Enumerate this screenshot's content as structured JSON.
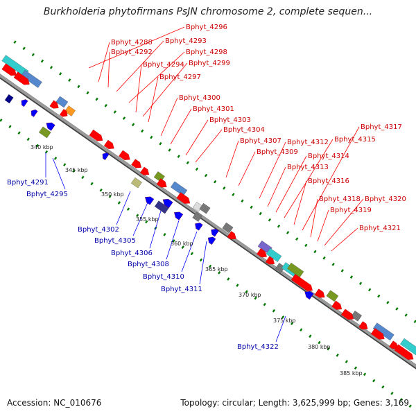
{
  "title": "Burkholderia phytofirmans PsJN chromosome 2, complete sequen...",
  "accession_label": "Accession: NC_010676",
  "summary_label": "Topology: circular; Length: 3,625,999 bp; Genes: 3,169",
  "colors": {
    "forward_gene": "#ff0000",
    "reverse_gene": "#0000ff",
    "backbone": "#888888",
    "gc_dots": "#007700",
    "fwd_label": "#cc0000",
    "rev_label": "#0000aa"
  },
  "scale_ticks": [
    "340 kbp",
    "345 kbp",
    "350 kbp",
    "355 kbp",
    "360 kbp",
    "365 kbp",
    "370 kbp",
    "375 kbp",
    "380 kbp",
    "385 kbp"
  ],
  "forward_labels": [
    "Bphyt_4296",
    "Bphyt_4288",
    "Bphyt_4293",
    "Bphyt_4292",
    "Bphyt_4298",
    "Bphyt_4294",
    "Bphyt_4299",
    "Bphyt_4297",
    "Bphyt_4300",
    "Bphyt_4301",
    "Bphyt_4303",
    "Bphyt_4304",
    "Bphyt_4307",
    "Bphyt_4309",
    "Bphyt_4312",
    "Bphyt_4313",
    "Bphyt_4314",
    "Bphyt_4315",
    "Bphyt_4316",
    "Bphyt_4317",
    "Bphyt_4318",
    "Bphyt_4319",
    "Bphyt_4320",
    "Bphyt_4321"
  ],
  "reverse_labels": [
    "Bphyt_4291",
    "Bphyt_4295",
    "Bphyt_4302",
    "Bphyt_4305",
    "Bphyt_4306",
    "Bphyt_4308",
    "Bphyt_4310",
    "Bphyt_4311",
    "Bphyt_4322"
  ]
}
